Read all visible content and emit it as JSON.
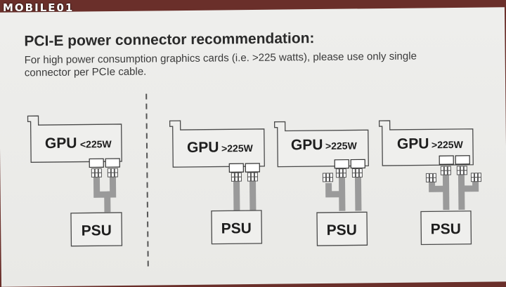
{
  "watermark": "MOBILE01",
  "header": {
    "title": "PCI-E power connector recommendation:",
    "subtitle_line1": "For high power consumption graphics cards (i.e. >225 watts), please use only single",
    "subtitle_line2": "connector per PCIe cable."
  },
  "configs": [
    {
      "gpu_label": "GPU",
      "gpu_rating": "<225W",
      "psu_label": "PSU"
    },
    {
      "gpu_label": "GPU",
      "gpu_rating": ">225W",
      "psu_label": "PSU"
    },
    {
      "gpu_label": "GPU",
      "gpu_rating": ">225W",
      "psu_label": "PSU"
    },
    {
      "gpu_label": "GPU",
      "gpu_rating": ">225W",
      "psu_label": "PSU"
    }
  ],
  "colors": {
    "card": "#ececea",
    "cable": "#9a9a9a",
    "outline": "#4a4a4a",
    "text": "#222222"
  }
}
